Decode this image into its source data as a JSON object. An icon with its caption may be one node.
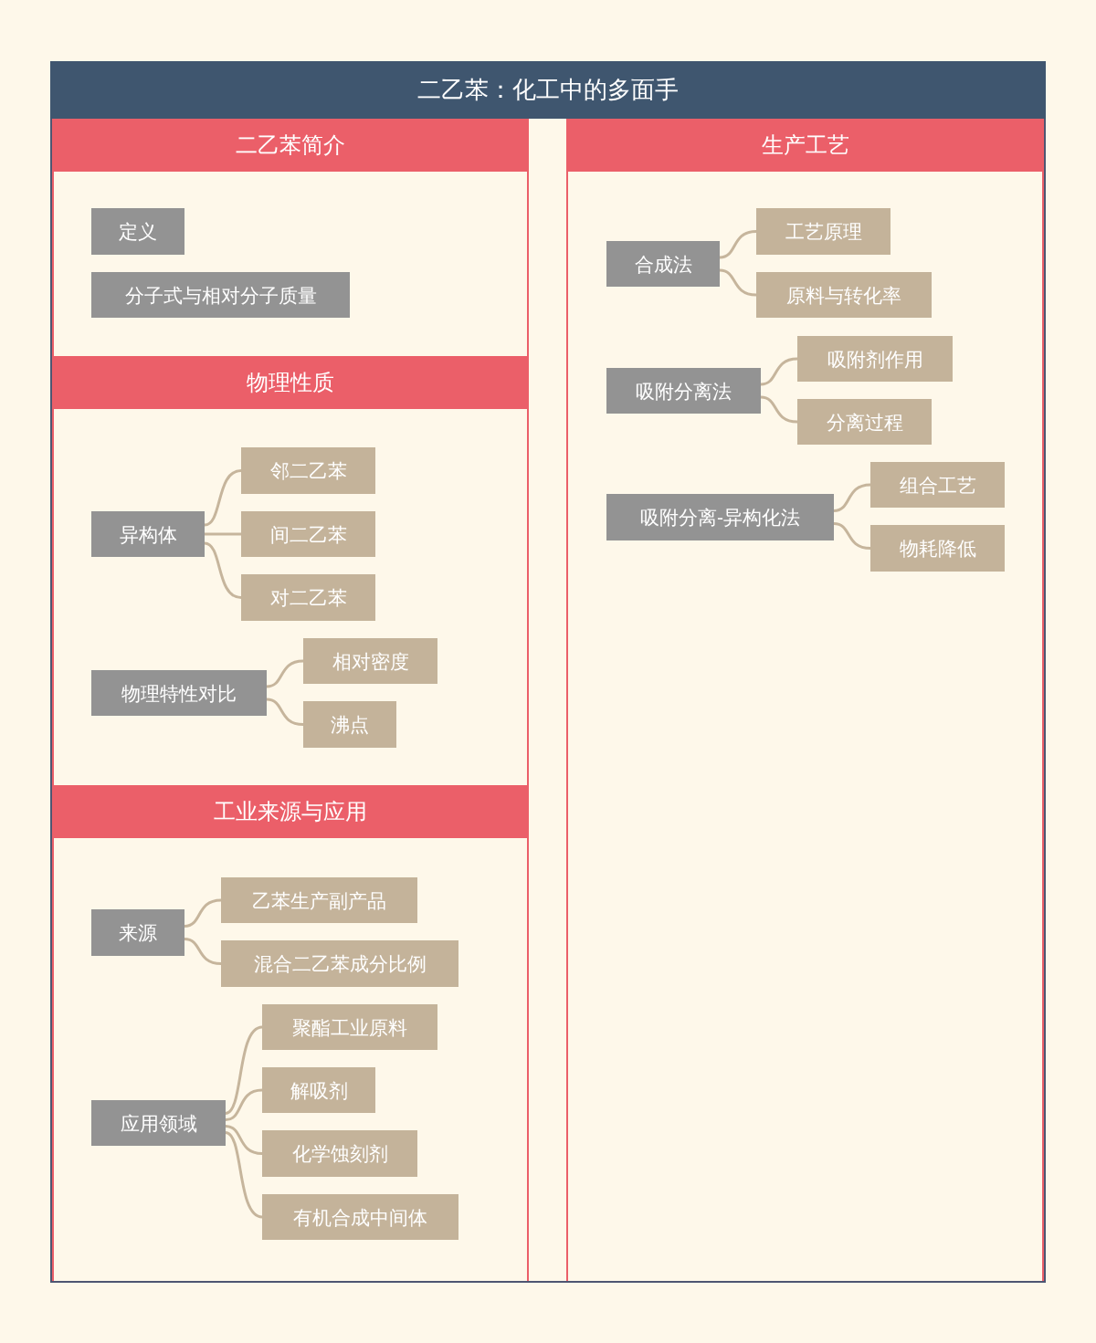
{
  "diagram": {
    "nodes": [
      {
        "text": [
          "二乙苯：化工中的多面手"
        ]
      },
      {
        "text": [
          "二乙苯简介"
        ],
        "in": 0
      },
      {
        "text": [
          "定义"
        ],
        "in": 1
      },
      {
        "text": [
          "分子式与相对分子质量"
        ],
        "in": 1
      },
      {
        "text": [
          "物理性质"
        ],
        "in": 0
      },
      {
        "text": [
          "异构体"
        ],
        "in": 4
      },
      {
        "text": [
          "邻二乙苯"
        ],
        "in": 4
      },
      {
        "text": [
          "间二乙苯"
        ],
        "in": 4
      },
      {
        "text": [
          "对二乙苯"
        ],
        "in": 4
      },
      {
        "text": [
          "物理特性对比"
        ],
        "in": 4
      },
      {
        "text": [
          "相对密度"
        ],
        "in": 4
      },
      {
        "text": [
          "沸点"
        ],
        "in": 4
      },
      {
        "text": [
          "工业来源与应用"
        ],
        "in": 0
      },
      {
        "text": [
          "来源"
        ],
        "in": 12
      },
      {
        "text": [
          "乙苯生产副产品"
        ],
        "in": 12
      },
      {
        "text": [
          "混合二乙苯成分比例"
        ],
        "in": 12
      },
      {
        "text": [
          "应用领域"
        ],
        "in": 12
      },
      {
        "text": [
          "聚酯工业原料"
        ],
        "in": 12
      },
      {
        "text": [
          "解吸剂"
        ],
        "in": 12
      },
      {
        "text": [
          "化学蚀刻剂"
        ],
        "in": 12
      },
      {
        "text": [
          "有机合成中间体"
        ],
        "in": 12
      },
      {
        "text": [
          "生产工艺"
        ],
        "in": 0
      },
      {
        "text": [
          "合成法"
        ],
        "in": 21
      },
      {
        "text": [
          "工艺原理"
        ],
        "in": 21
      },
      {
        "text": [
          "原料与转化率"
        ],
        "in": 21
      },
      {
        "text": [
          "吸附分离法"
        ],
        "in": 21
      },
      {
        "text": [
          "吸附剂作用"
        ],
        "in": 21
      },
      {
        "text": [
          "分离过程"
        ],
        "in": 21
      },
      {
        "text": [
          "吸附分离-异构化法"
        ],
        "in": 21
      },
      {
        "text": [
          "组合工艺"
        ],
        "in": 21
      },
      {
        "text": [
          "物耗降低"
        ],
        "in": 21
      }
    ],
    "edges": [
      {
        "from": 5,
        "to": 6,
        "arrow": "none"
      },
      {
        "from": 5,
        "to": 7,
        "arrow": "none"
      },
      {
        "from": 5,
        "to": 8,
        "arrow": "none"
      },
      {
        "from": 9,
        "to": 10,
        "arrow": "none"
      },
      {
        "from": 9,
        "to": 11,
        "arrow": "none"
      },
      {
        "from": 13,
        "to": 14,
        "arrow": "none"
      },
      {
        "from": 13,
        "to": 15,
        "arrow": "none"
      },
      {
        "from": 16,
        "to": 17,
        "arrow": "none"
      },
      {
        "from": 16,
        "to": 18,
        "arrow": "none"
      },
      {
        "from": 16,
        "to": 19,
        "arrow": "none"
      },
      {
        "from": 16,
        "to": 20,
        "arrow": "none"
      },
      {
        "from": 22,
        "to": 23,
        "arrow": "none"
      },
      {
        "from": 22,
        "to": 24,
        "arrow": "none"
      },
      {
        "from": 25,
        "to": 26,
        "arrow": "none"
      },
      {
        "from": 25,
        "to": 27,
        "arrow": "none"
      },
      {
        "from": 28,
        "to": 29,
        "arrow": "none"
      },
      {
        "from": 28,
        "to": 30,
        "arrow": "none"
      }
    ]
  }
}
